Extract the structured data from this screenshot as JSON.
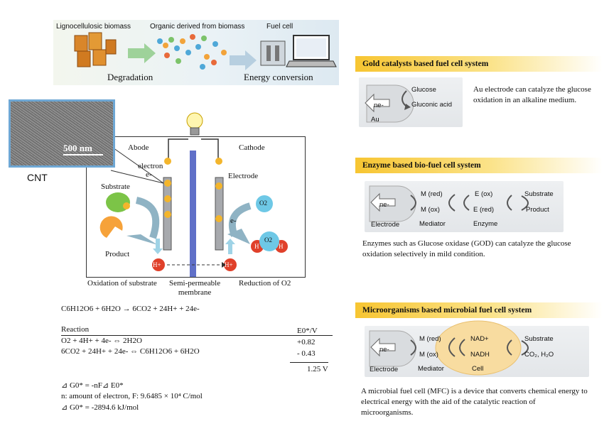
{
  "banner": {
    "lignocellulosic": "Lignocellulosic biomass",
    "organic": "Organic derived from biomass",
    "fuel_cell": "Fuel cell",
    "degradation": "Degradation",
    "energy_conversion": "Energy conversion"
  },
  "cnt": {
    "scale": "500 nm",
    "label": "CNT"
  },
  "cell": {
    "abode": "Abode",
    "cathode": "Cathode",
    "electron": "electron",
    "e_minus": "e-",
    "electrode": "Electrode",
    "substrate": "Substrate",
    "product": "Product",
    "o2": "O2",
    "e_cathode": "e-",
    "h_plus_left": "H+",
    "h_plus_right": "H+",
    "water_h1": "H",
    "water_o2": "O2",
    "water_h2": "H",
    "oxidation": "Oxidation of substrate",
    "membrane": "Semi-permeable\nmembrane",
    "reduction": "Reduction of O2"
  },
  "equations": {
    "overall": "C6H12O6 + 6H2O → 6CO2 + 24H+ + 24e-",
    "reaction_header": "Reaction",
    "e_header": "E0*/V",
    "r1": "O2 + 4H+ + 4e- ⇔ 2H2O",
    "r1_e": "+0.82",
    "r2": "6CO2 + 24H+ + 24e- ⇔ C6H12O6 + 6H2O",
    "r2_e": "- 0.43",
    "total_e": "1.25 V",
    "g1": "⊿ G0* = -nF⊿ E0*",
    "n_def": "n: amount of electron, F: 9.6485 × 10⁴ C/mol",
    "g2": "⊿ G0* = -2894.6 kJ/mol"
  },
  "gold": {
    "header": "Gold catalysts based fuel cell system",
    "ne": "ne-",
    "au": "Au",
    "glucose": "Glucose",
    "gluconic": "Gluconic acid",
    "desc": "Au electrode can catalyze the glucose oxidation in an alkaline medium."
  },
  "enzyme": {
    "header": "Enzyme based bio-fuel cell system",
    "ne": "ne-",
    "electrode": "Electrode",
    "m_red": "M (red)",
    "m_ox": "M (ox)",
    "mediator": "Mediator",
    "e_ox": "E (ox)",
    "e_red": "E (red)",
    "enzyme_label": "Enzyme",
    "substrate": "Substrate",
    "product": "Product",
    "desc": "Enzymes such as Glucose oxidase (GOD) can catalyze the glucose oxidation selectively in mild condition."
  },
  "micro": {
    "header": "Microorganisms based microbial fuel cell system",
    "ne": "ne-",
    "electrode": "Electrode",
    "m_red": "M (red)",
    "m_ox": "M (ox)",
    "mediator": "Mediator",
    "nad": "NAD+",
    "nadh": "NADH",
    "cell": "Cell",
    "substrate": "Substrate",
    "co2": "CO₂, H₂O",
    "desc": "A microbial fuel cell (MFC) is a device that converts chemical energy to electrical energy with the aid of the catalytic reaction of microorganisms."
  }
}
